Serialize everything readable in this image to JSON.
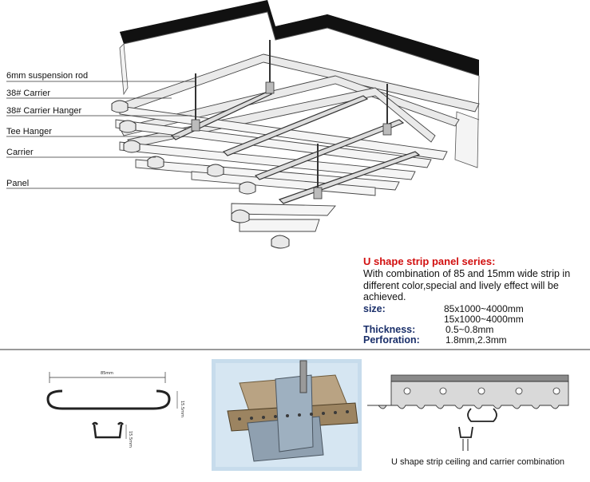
{
  "callouts": {
    "suspension_rod": "6mm suspension rod",
    "carrier_38": "38# Carrier",
    "carrier_hanger": "38# Carrier Hanger",
    "tee_hanger": "Tee Hanger",
    "carrier": "Carrier",
    "panel": "Panel"
  },
  "spec": {
    "title": "U shape strip panel series:",
    "description": "With combination of 85 and 15mm wide strip in different color,special and lively effect will be achieved.",
    "size_label": "size:",
    "size_values": [
      "85x1000~4000mm",
      "15x1000~4000mm"
    ],
    "thickness_label": "Thickness:",
    "thickness_value": "0.5~0.8mm",
    "perforation_label": "Perforation:",
    "perforation_value": "1.8mm,2.3mm"
  },
  "profile_drawing": {
    "width_dim": "85mm",
    "height_dim": "15.5mm",
    "small_height_dim": "15.5mm"
  },
  "caption": "U shape strip ceiling and carrier combination",
  "colors": {
    "title_red": "#d21010",
    "label_navy": "#1a2f6a",
    "photo_bg": "#c7dcec"
  }
}
